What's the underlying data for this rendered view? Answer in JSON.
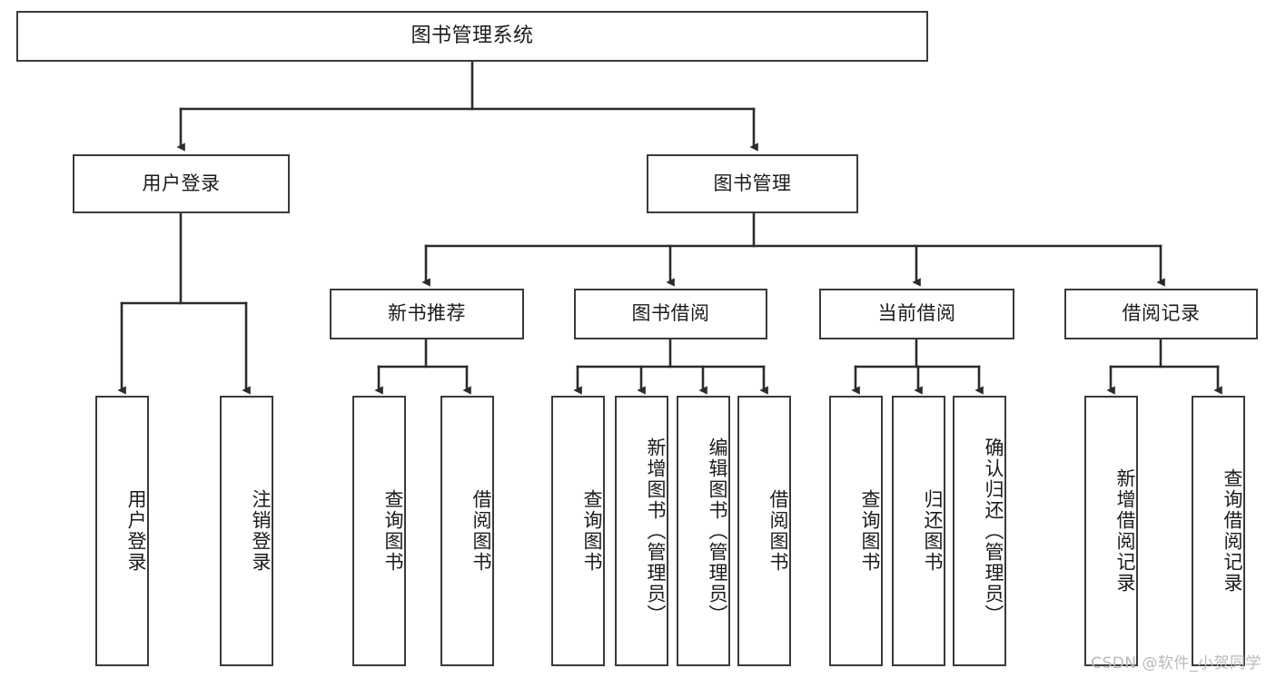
{
  "diagram": {
    "title": "图书管理系统",
    "type": "功能结构图",
    "orientation": "top-down tree",
    "colors": {
      "box_border": "#3a3a3a",
      "box_fill": "#ffffff",
      "edge": "#2b2b2b",
      "text": "#1b1b1b",
      "watermark": "#b9b9b9",
      "background": "#ffffff"
    },
    "root": {
      "label": "图书管理系统"
    },
    "level2": [
      {
        "label": "用户登录"
      },
      {
        "label": "图书管理"
      }
    ],
    "level3": [
      {
        "label": "新书推荐"
      },
      {
        "label": "图书借阅"
      },
      {
        "label": "当前借阅"
      },
      {
        "label": "借阅记录"
      }
    ],
    "leaves": {
      "user_login": [
        {
          "label": "用户登录"
        },
        {
          "label": "注销登录"
        }
      ],
      "new_book_recommend": [
        {
          "label": "查询图书"
        },
        {
          "label": "借阅图书"
        }
      ],
      "book_borrow": [
        {
          "label": "查询图书"
        },
        {
          "label": "新增图书（管理员）"
        },
        {
          "label": "编辑图书（管理员）"
        },
        {
          "label": "借阅图书"
        }
      ],
      "current_borrow": [
        {
          "label": "查询图书"
        },
        {
          "label": "归还图书"
        },
        {
          "label": "确认归还（管理员）"
        }
      ],
      "borrow_record": [
        {
          "label": "新增借阅记录"
        },
        {
          "label": "查询借阅记录"
        }
      ]
    },
    "watermark": "CSDN @软件_小贺同学"
  }
}
